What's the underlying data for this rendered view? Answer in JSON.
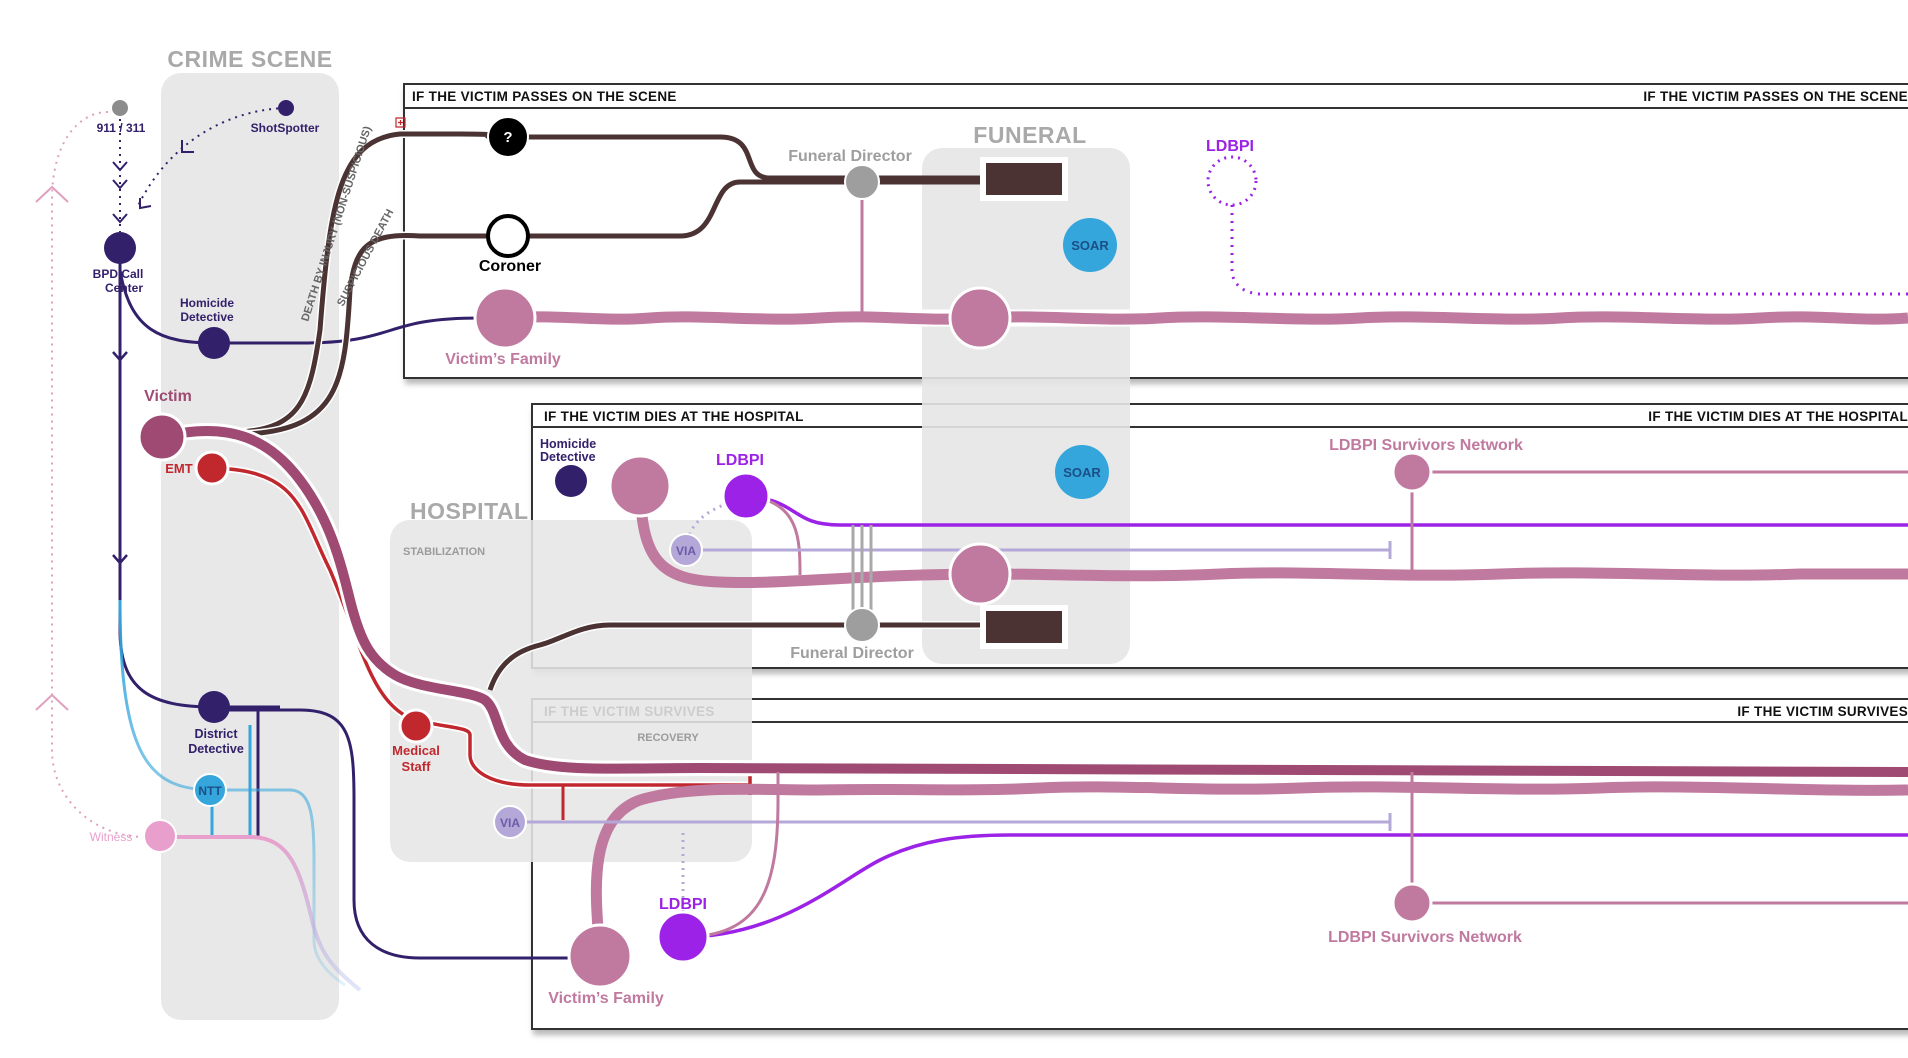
{
  "zones": {
    "crime_scene": "CRIME SCENE",
    "hospital": "HOSPITAL",
    "stabilization": "STABILIZATION",
    "recovery": "RECOVERY",
    "funeral": "FUNERAL"
  },
  "scenarios": {
    "passes_on_scene": "IF THE VICTIM PASSES ON THE SCENE",
    "dies_at_hospital": "IF THE VICTIM DIES AT THE HOSPITAL",
    "survives": "IF THE VICTIM SURVIVES"
  },
  "paths": {
    "non_suspicious": "DEATH BY INJURY (NON-SUSPICIOUS)",
    "suspicious": "SUSPICIOUS DEATH"
  },
  "nodes": {
    "n911": "911 / 311",
    "shotspotter": "ShotSpotter",
    "bpd_call_center_1": "BPD Call",
    "bpd_call_center_2": "Center",
    "homicide_detective_1": "Homicide",
    "homicide_detective_2": "Detective",
    "victim": "Victim",
    "emt": "EMT",
    "district_detective_1": "District",
    "district_detective_2": "Detective",
    "ntt": "NTT",
    "witness": "Witness",
    "medical_staff_1": "Medical",
    "medical_staff_2": "Staff",
    "unknown": "?",
    "coroner": "Coroner",
    "victims_family": "Victim’s Family",
    "funeral_director": "Funeral Director",
    "soar": "SOAR",
    "ldbpi": "LDBPI",
    "ldbpi_survivors_network": "LDBPI Survivors Network",
    "via": "VIA"
  },
  "colors": {
    "dark_purple": "#33206b",
    "victim_maroon": "#9e4a72",
    "family_pink": "#c0799f",
    "red": "#c0282e",
    "brown": "#4a3332",
    "purple": "#9b22e6",
    "lavender": "#b4a8d8",
    "cyan": "#34a6dc",
    "pink": "#e99fcb",
    "gray": "#9e9e9e",
    "zone_gray": "#e6e6e6"
  }
}
